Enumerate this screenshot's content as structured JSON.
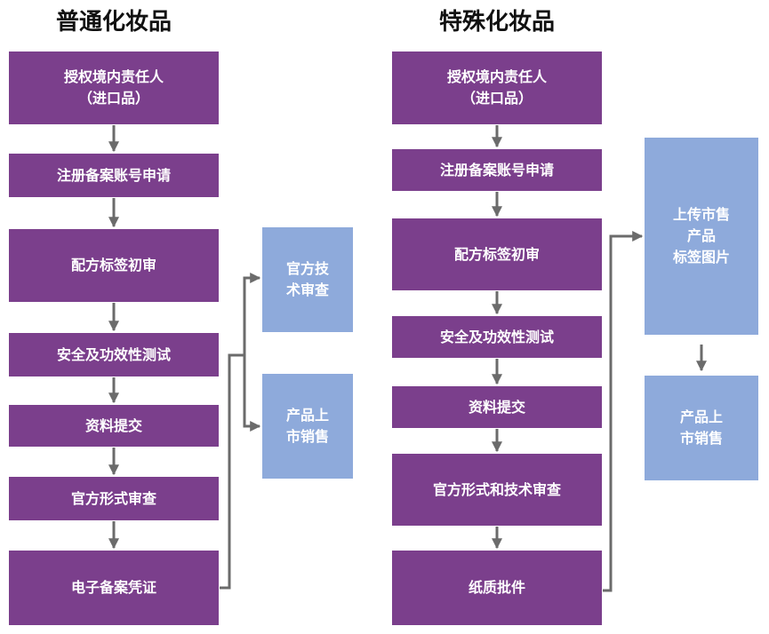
{
  "colors": {
    "purple": "#7b3f8c",
    "blue": "#8eaadb",
    "arrow": "#6b6b6b"
  },
  "left": {
    "title": "普通化妆品",
    "steps": [
      {
        "line1": "授权境内责任人",
        "line2": "（进口品）"
      },
      {
        "line1": "注册备案账号申请"
      },
      {
        "line1": "配方标签初审"
      },
      {
        "line1": "安全及功效性测试"
      },
      {
        "line1": "资料提交"
      },
      {
        "line1": "官方形式审查"
      },
      {
        "line1": "电子备案凭证"
      }
    ],
    "side": [
      {
        "line1": "官方技",
        "line2": "术审查"
      },
      {
        "line1": "产品上",
        "line2": "市销售"
      }
    ]
  },
  "right": {
    "title": "特殊化妆品",
    "steps": [
      {
        "line1": "授权境内责任人",
        "line2": "（进口品）"
      },
      {
        "line1": "注册备案账号申请"
      },
      {
        "line1": "配方标签初审"
      },
      {
        "line1": "安全及功效性测试"
      },
      {
        "line1": "资料提交"
      },
      {
        "line1": "官方形式和技术审查"
      },
      {
        "line1": "纸质批件"
      }
    ],
    "side": [
      {
        "line1": "上传市售",
        "line2": "产品",
        "line3": "标签图片"
      },
      {
        "line1": "产品上",
        "line2": "市销售"
      }
    ]
  }
}
